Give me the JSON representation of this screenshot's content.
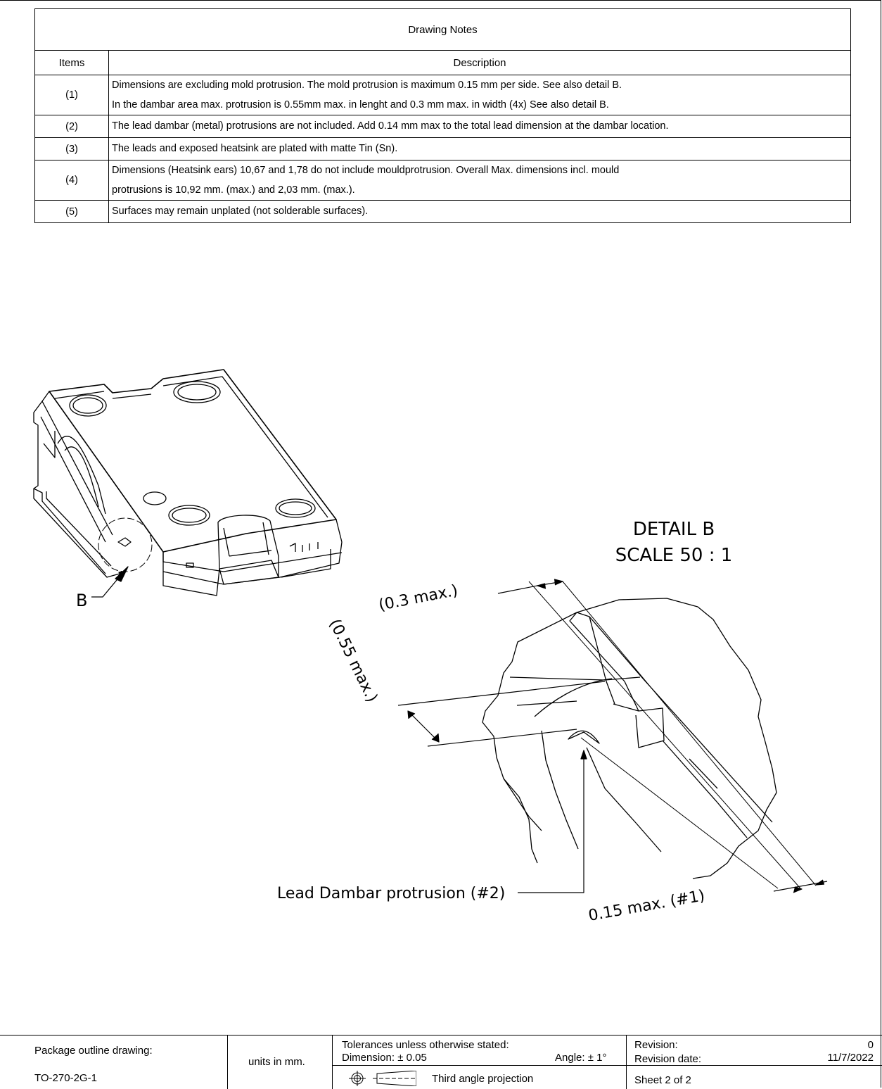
{
  "notes": {
    "title": "Drawing Notes",
    "col_items": "Items",
    "col_description": "Description",
    "rows": [
      {
        "item": "(1)",
        "lines": [
          "Dimensions are excluding mold protrusion. The mold protrusion is maximum 0.15 mm per side. See also detail B.",
          "In the dambar area max. protrusion is 0.55mm max. in lenght and 0.3 mm max. in width (4x) See also detail B."
        ]
      },
      {
        "item": "(2)",
        "lines": [
          "The lead dambar (metal) protrusions are not included. Add 0.14 mm max to the total lead dimension at the dambar location."
        ]
      },
      {
        "item": "(3)",
        "lines": [
          "The leads and exposed heatsink are plated with matte Tin (Sn)."
        ]
      },
      {
        "item": "(4)",
        "lines": [
          "Dimensions (Heatsink ears) 10,67 and 1,78 do not include mouldprotrusion. Overall Max. dimensions incl. mould",
          "protrusions is 10,92 mm. (max.) and 2,03 mm. (max.)."
        ]
      },
      {
        "item": "(5)",
        "lines": [
          "Surfaces may remain unplated (not solderable surfaces)."
        ]
      }
    ]
  },
  "drawing": {
    "detail_callout": "B",
    "detail_title": "DETAIL  B",
    "detail_scale": "SCALE 50 : 1",
    "dim_width": "(0.3 max.)",
    "dim_length": "(0.55 max.)",
    "dim_mold": "0.15 max. (#1)",
    "label_dambar": "Lead Dambar protrusion (#2)"
  },
  "title_block": {
    "package_label": "Package outline drawing:",
    "package_name": "TO-270-2G-1",
    "units": "units in mm.",
    "tolerances": "Tolerances unless otherwise stated:",
    "dimension_tol": "Dimension: ± 0.05",
    "angle_tol": "Angle: ± 1°",
    "projection": "Third angle projection",
    "revision_label": "Revision:",
    "revision_value": "0",
    "revision_date_label": "Revision date:",
    "revision_date_value": "11/7/2022",
    "sheet": "Sheet 2 of 2"
  }
}
